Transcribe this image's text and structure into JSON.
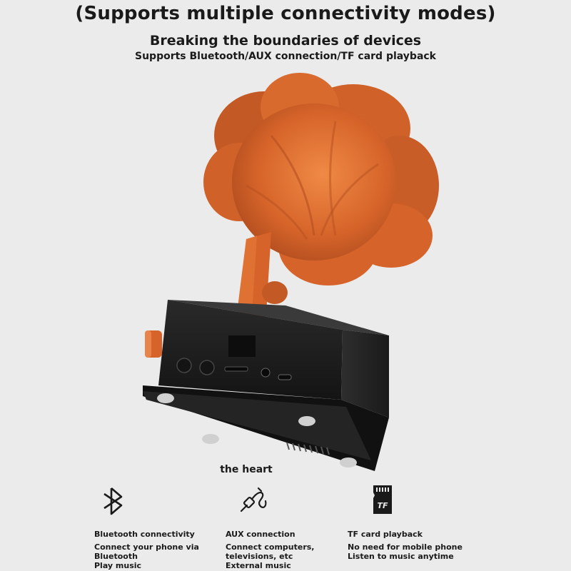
{
  "header": {
    "headline": "(Supports multiple connectivity modes)",
    "subhead": "Breaking the boundaries of devices",
    "subline": "Supports Bluetooth/AUX connection/TF card playback"
  },
  "product": {
    "caption": "the heart",
    "horn_color": "#d6642a",
    "body_color": "#1c1c1c"
  },
  "features": [
    {
      "icon": "bluetooth-icon",
      "title": "Bluetooth connectivity",
      "lines": [
        "Connect your phone via",
        "Bluetooth",
        "Play music"
      ]
    },
    {
      "icon": "aux-cable-icon",
      "title": "AUX connection",
      "lines": [
        "Connect computers,",
        "televisions, etc",
        "External music"
      ]
    },
    {
      "icon": "tf-card-icon",
      "icon_text": "TF",
      "title": "TF card playback",
      "lines": [
        "No need for mobile phone",
        "Listen to music anytime"
      ]
    }
  ]
}
